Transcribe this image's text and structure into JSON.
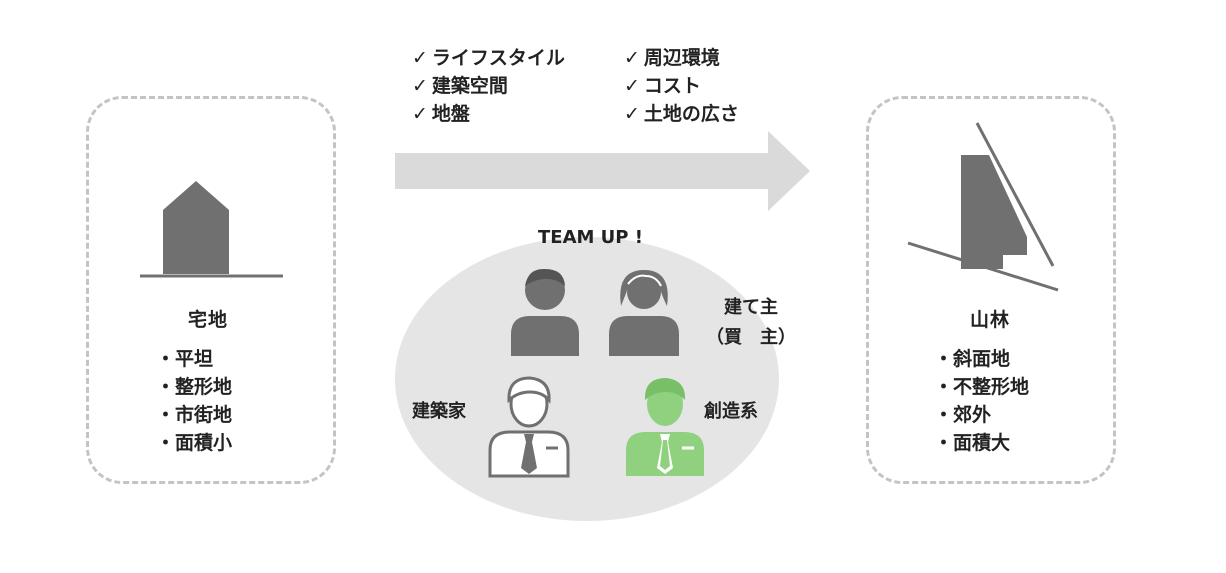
{
  "left": {
    "title": "宅地",
    "items": [
      "平坦",
      "整形地",
      "市街地",
      "面積小"
    ]
  },
  "right": {
    "title": "山林",
    "items": [
      "斜面地",
      "不整形地",
      "郊外",
      "面積大"
    ]
  },
  "checklist": {
    "col1": [
      "ライフスタイル",
      "建築空間",
      "地盤"
    ],
    "col2": [
      "周辺環境",
      "コスト",
      "土地の広さ"
    ]
  },
  "team": {
    "title": "TEAM UP !",
    "owner_line1": "建て主",
    "owner_line2": "（買　主）",
    "architect": "建築家",
    "creator": "創造系"
  },
  "colors": {
    "dashed_border": "#c4c4c4",
    "icon_gray": "#707070",
    "arrow": "#dadada",
    "ellipse": "#e5e5e5",
    "green": "#8fd17f"
  }
}
